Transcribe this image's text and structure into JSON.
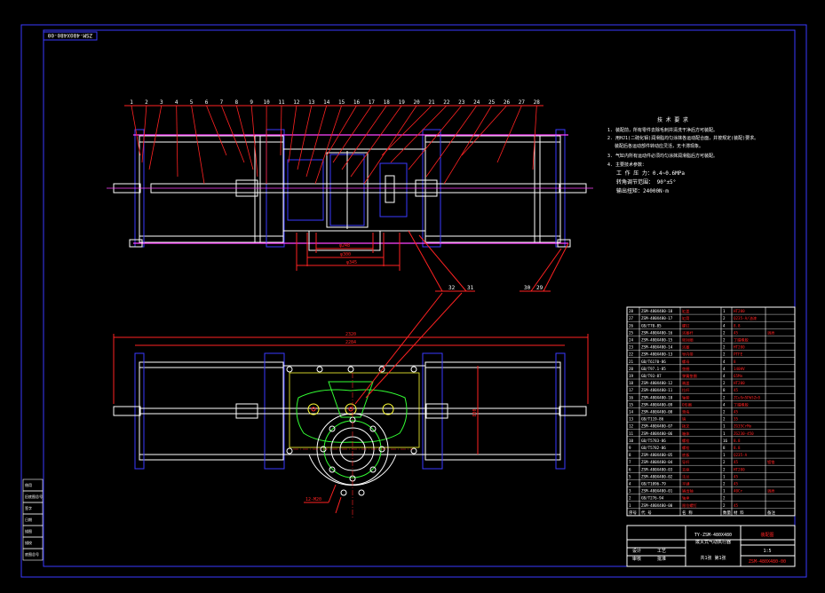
{
  "drawing": {
    "code_stamp": "ZSM-480X480-00",
    "tech_notes": [
      "技 术 要 求",
      "1. 装配前，所有零件去除毛刺并清洗干净后方可装配。",
      "2. 用HJ1(二硫化钼)润滑脂均匀涂抹各运动配合面，并按规定(装配)要求。",
      "装配后各运动部件转动应灵活，无卡滞现象。",
      "3. 气缸内所有运动件必须均匀涂抹润滑脂后方可装配。",
      "4. 主要技术参数：",
      "工 作 压 力：0.4~0.6MPa",
      "转角调节范围：  90°±5°",
      "输出扭矩：24000N·m"
    ],
    "balloons_top": [
      "1",
      "2",
      "3",
      "4",
      "5",
      "6",
      "7",
      "8",
      "9",
      "10",
      "11",
      "12",
      "13",
      "14",
      "15",
      "16",
      "17",
      "18",
      "19",
      "20",
      "21",
      "22",
      "23",
      "24",
      "25",
      "26",
      "27",
      "28"
    ],
    "balloons_bottom": [
      "32",
      "31",
      "30",
      "29"
    ],
    "dims": {
      "d1": "φ248",
      "d2": "φ300",
      "d3": "φ345",
      "len_outer": "2320",
      "len_inner": "2284",
      "height": "800",
      "bolt": "12-M20"
    },
    "bom_rows": [
      [
        "28",
        "ZSM-480X480-18",
        "缸盖",
        "1",
        "HT200",
        ""
      ],
      [
        "27",
        "ZSM-480X480-17",
        "缸筒",
        "2",
        "Q235-A/油漆",
        ""
      ],
      [
        "26",
        "GB/T70-85",
        "螺钉",
        "4",
        "8.8",
        ""
      ],
      [
        "25",
        "ZSM-480X480-16",
        "活塞杆",
        "2",
        "45",
        "调质"
      ],
      [
        "24",
        "ZSM-480X480-15",
        "密封圈",
        "2",
        "丁腈橡胶",
        ""
      ],
      [
        "23",
        "ZSM-480X480-14",
        "活塞",
        "2",
        "HT200",
        ""
      ],
      [
        "22",
        "ZSM-480X480-13",
        "导向带",
        "2",
        "PTFE",
        ""
      ],
      [
        "21",
        "GB/T6170-86",
        "螺母",
        "4",
        "8",
        ""
      ],
      [
        "20",
        "GB/T97.1-85",
        "垫圈",
        "4",
        "140HV",
        ""
      ],
      [
        "19",
        "GB/T93-87",
        "弹簧垫圈",
        "4",
        "65Mn",
        ""
      ],
      [
        "18",
        "ZSM-480X480-12",
        "端盖",
        "2",
        "HT200",
        ""
      ],
      [
        "17",
        "ZSM-480X480-11",
        "拉杆",
        "8",
        "45",
        ""
      ],
      [
        "16",
        "ZSM-480X480-10",
        "轴套",
        "2",
        "ZCuSn5Pb5Zn5",
        ""
      ],
      [
        "15",
        "ZSM-480X480-09",
        "O形圈",
        "4",
        "丁腈橡胶",
        ""
      ],
      [
        "14",
        "ZSM-480X480-08",
        "滑块",
        "2",
        "45",
        ""
      ],
      [
        "13",
        "GB/T119-86",
        "销",
        "2",
        "35",
        ""
      ],
      [
        "12",
        "ZSM-480X480-07",
        "拨叉",
        "1",
        "ZG35CrMo",
        ""
      ],
      [
        "11",
        "ZSM-480X480-06",
        "箱体",
        "1",
        "ZG230-450",
        ""
      ],
      [
        "10",
        "GB/T5783-86",
        "螺栓",
        "16",
        "8.8",
        ""
      ],
      [
        "9",
        "GB/T5782-86",
        "螺栓",
        "8",
        "8.8",
        ""
      ],
      [
        "8",
        "ZSM-480X480-05",
        "底板",
        "1",
        "Q235-A",
        ""
      ],
      [
        "7",
        "ZSM-480X480-04",
        "导杆",
        "2",
        "45",
        "镀铬"
      ],
      [
        "6",
        "ZSM-480X480-03",
        "支座",
        "2",
        "HT200",
        ""
      ],
      [
        "5",
        "ZSM-480X480-02",
        "法兰",
        "1",
        "45",
        ""
      ],
      [
        "4",
        "GB/T1096-79",
        "平键",
        "2",
        "45",
        ""
      ],
      [
        "3",
        "ZSM-480X480-01",
        "输出轴",
        "1",
        "40Cr",
        "调质"
      ],
      [
        "2",
        "GB/T276-94",
        "轴承",
        "2",
        "",
        ""
      ],
      [
        "1",
        "ZSM-480X480-00",
        "限位螺钉",
        "2",
        "45",
        ""
      ]
    ],
    "bom_header": [
      "序号",
      "代 号",
      "名 称",
      "数量",
      "材 料",
      "备注"
    ],
    "title_block": {
      "top": "TY-ZSM-480X480",
      "subtitle": "拨叉式气动执行器",
      "name": "装配图",
      "drawing_no": "ZSM-480X480-00",
      "scale": "1:5",
      "sheet": "共1张 第1张",
      "roles": [
        "设计",
        "审核",
        "工艺",
        "批准"
      ]
    },
    "left_strip": [
      "借用",
      "旧底图总号",
      "签字",
      "日期",
      "描图",
      "描校",
      "底图总号"
    ]
  }
}
